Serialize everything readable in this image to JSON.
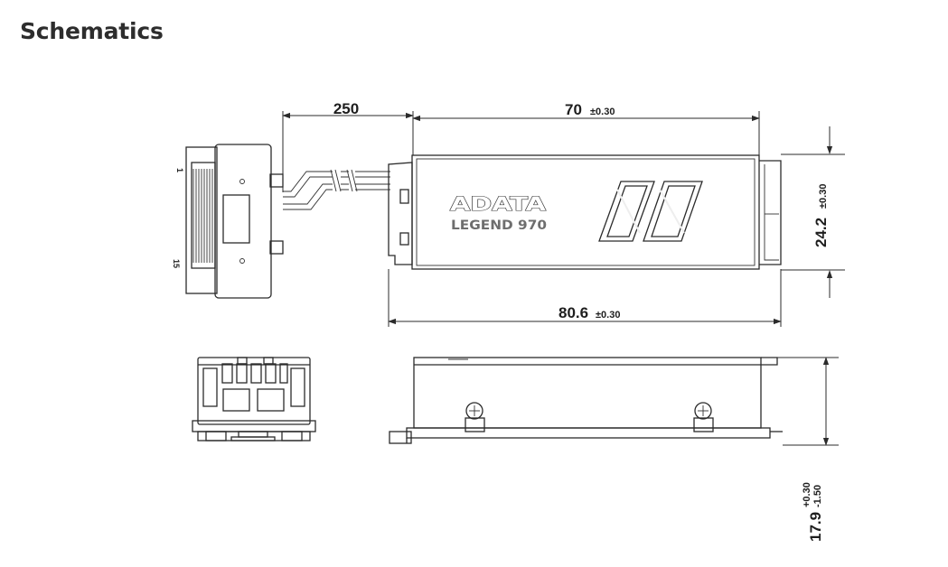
{
  "heading": "Schematics",
  "product": {
    "brand": "ADATA",
    "model": "LEGEND 970"
  },
  "connector_pins": {
    "first": "1",
    "last": "15"
  },
  "dimensions": {
    "cable_length": "250",
    "heatsink_length": "70",
    "heatsink_length_tol": "±0.30",
    "total_length": "80.6",
    "total_length_tol": "±0.30",
    "width": "24.2",
    "width_tol": "±0.30",
    "height": "17.9",
    "height_tol_plus": "+0.30",
    "height_tol_minus": "-1.50"
  }
}
